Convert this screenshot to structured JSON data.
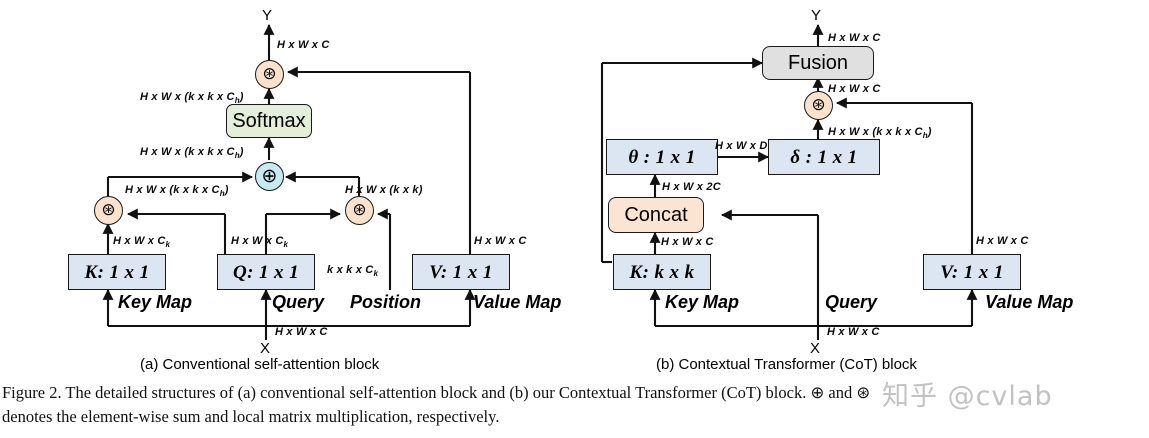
{
  "figure": {
    "caption": "Figure 2. The detailed structures of (a) conventional self-attention block and (b) our Contextual Transformer (CoT) block. ⊕ and ⊛ denotes the element-wise sum and local matrix multiplication, respectively.",
    "caption_line1": "Figure 2. The detailed structures of (a) conventional self-attention block and (b) our Contextual Transformer (CoT) block. ⊕ and ⊛",
    "caption_line2": "denotes the element-wise sum and local matrix multiplication, respectively.",
    "watermark": "知乎 @cvlab"
  },
  "colors": {
    "projection_box": "#dce6f2",
    "softmax_box": "#e3efd9",
    "concat_box": "#fce4d2",
    "fusion_box": "#e0e0e0",
    "mul_circle": "#fbe2cd",
    "sum_circle": "#c8eaf2",
    "stroke": "#1a1a1a"
  },
  "panel_a": {
    "subcaption": "(a) Conventional self-attention block",
    "output_label": "Y",
    "input_label": "X",
    "nodes": [
      {
        "id": "k",
        "label": "K: 1 x 1",
        "style": "blue"
      },
      {
        "id": "q",
        "label": "Q: 1 x 1",
        "style": "blue"
      },
      {
        "id": "v",
        "label": "V: 1 x 1",
        "style": "blue"
      },
      {
        "id": "softmax",
        "label": "Softmax",
        "style": "green"
      }
    ],
    "operators": [
      {
        "id": "mul-left",
        "symbol": "⊛",
        "kind": "local-matrix-multiplication"
      },
      {
        "id": "mul-right",
        "symbol": "⊛",
        "kind": "local-matrix-multiplication"
      },
      {
        "id": "sum",
        "symbol": "⊕",
        "kind": "element-wise-sum"
      },
      {
        "id": "mul-top",
        "symbol": "⊛",
        "kind": "local-matrix-multiplication"
      }
    ],
    "inputs": [
      {
        "id": "key-map",
        "label": "Key Map"
      },
      {
        "id": "query",
        "label": "Query"
      },
      {
        "id": "position",
        "label": "Position"
      },
      {
        "id": "value-map",
        "label": "Value Map"
      }
    ],
    "tensor_labels": {
      "out_y": "H x W x C",
      "softmax_out": "H x W x (k x k x Ch)",
      "softmax_in": "H x W x (k x k x Ch)",
      "left_branch": "H x W x (k x k x Ch)",
      "right_branch": "H x W x (k x k)",
      "k_out": "H x W x Ck",
      "q_out": "H x W x Ck",
      "position_out": "k x k x Ck",
      "v_out": "H x W x C",
      "input_x": "H x W x C"
    }
  },
  "panel_b": {
    "subcaption": "(b) Contextual Transformer (CoT) block",
    "output_label": "Y",
    "input_label": "X",
    "nodes": [
      {
        "id": "k",
        "label": "K: k x k",
        "style": "blue"
      },
      {
        "id": "v",
        "label": "V: 1 x 1",
        "style": "blue"
      },
      {
        "id": "theta",
        "label": "θ : 1 x 1",
        "style": "blue"
      },
      {
        "id": "delta",
        "label": "δ : 1 x 1",
        "style": "blue"
      },
      {
        "id": "concat",
        "label": "Concat",
        "style": "peach"
      },
      {
        "id": "fusion",
        "label": "Fusion",
        "style": "gray"
      }
    ],
    "operators": [
      {
        "id": "mul-top",
        "symbol": "⊛",
        "kind": "local-matrix-multiplication"
      }
    ],
    "inputs": [
      {
        "id": "key-map",
        "label": "Key Map"
      },
      {
        "id": "query",
        "label": "Query"
      },
      {
        "id": "value-map",
        "label": "Value Map"
      }
    ],
    "tensor_labels": {
      "out_y": "H x W x C",
      "fusion_in": "H x W x C",
      "mul_in": "H x W x (k x k x Ch)",
      "theta_to_delta": "H x W x D",
      "concat_out": "H x W x 2C",
      "k_out": "H x W x C",
      "v_out": "H x W x C",
      "input_x": "H x W x C"
    }
  }
}
